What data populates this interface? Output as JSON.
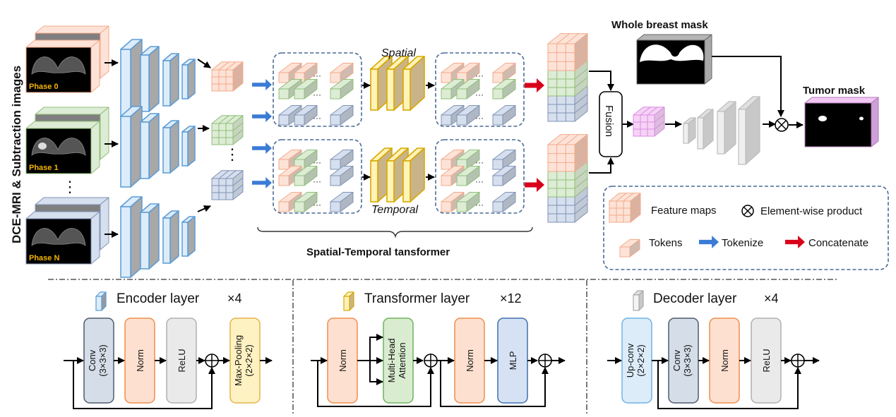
{
  "diagram": {
    "side_label": "DCE-MRI & Subtraction images",
    "phases": [
      {
        "label": "Phase 0",
        "color": "#f4a98a",
        "fill": "#fde3d7"
      },
      {
        "label": "Phase 1",
        "color": "#8fbf78",
        "fill": "#ddecd5"
      },
      {
        "label": "Phase N",
        "color": "#7f93b5",
        "fill": "#d6dfee"
      }
    ],
    "vertical_ellipsis": "⋮",
    "spatial_label": "Spatial",
    "temporal_label": "Temporal",
    "brace_label": "Spatial-Temporal tansformer",
    "fusion_label": "Fusion",
    "whole_breast_mask_label": "Whole breast mask",
    "tumor_mask_label": "Tumor mask",
    "token_ellipsis": "···",
    "legend": {
      "feature_maps": "Feature maps",
      "element_wise_product": "Element-wise product",
      "tokens": "Tokens",
      "tokenize": "Tokenize",
      "concatenate": "Concatenate"
    },
    "colors": {
      "encoder_blue": "#5b9bd5",
      "encoder_fill": "#dcecf9",
      "transformer_yellow": "#d8a800",
      "transformer_fill": "#fff3b8",
      "decoder_gray": "#bdbdbd",
      "tokenize_arrow": "#3a7bd5",
      "concat_arrow": "#d9001b",
      "fusion_output": "#d88ee0"
    },
    "encoder_layer": {
      "title": "Encoder layer",
      "repeat": "×4",
      "blocks": [
        {
          "line1": "Conv",
          "line2": "(3×3×3)"
        },
        {
          "line1": "Norm",
          "line2": ""
        },
        {
          "line1": "ReLU",
          "line2": ""
        },
        {
          "line1": "Max-Pooling",
          "line2": "(2×2×2)"
        }
      ]
    },
    "transformer_layer": {
      "title": "Transformer layer",
      "repeat": "×12",
      "blocks": [
        {
          "line1": "Norm",
          "line2": ""
        },
        {
          "line1": "Multi-Head",
          "line2": "Attention"
        },
        {
          "line1": "Norm",
          "line2": ""
        },
        {
          "line1": "MLP",
          "line2": ""
        }
      ]
    },
    "decoder_layer": {
      "title": "Decoder layer",
      "repeat": "×4",
      "blocks": [
        {
          "line1": "Up-conv",
          "line2": "(2×2×2)"
        },
        {
          "line1": "Conv",
          "line2": "(3×3×3)"
        },
        {
          "line1": "Norm",
          "line2": ""
        },
        {
          "line1": "ReLU",
          "line2": ""
        }
      ]
    }
  }
}
